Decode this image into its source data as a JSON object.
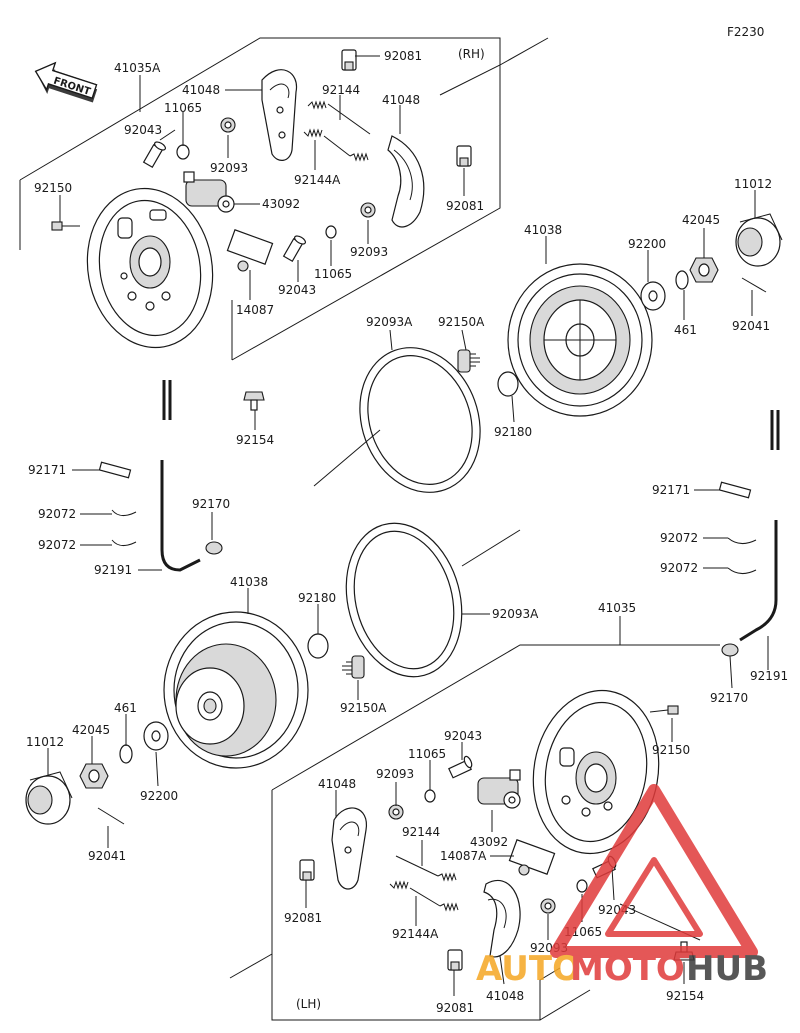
{
  "figure_code": "F2230",
  "side_rh": "(RH)",
  "side_lh": "(LH)",
  "front_label": "FRONT",
  "watermark": {
    "part1": "AUTO",
    "part2": "MOTO",
    "part3": "HUB",
    "color_orange": "#f5a623",
    "color_red": "#e03a3a",
    "color_dark": "#3a3a3a"
  },
  "labels": {
    "l41035A": "41035A",
    "l92081_a": "92081",
    "l41048_a": "41048",
    "l92144_a": "92144",
    "l41048_b": "41048",
    "l11065_a": "11065",
    "l92043_a": "92043",
    "l92093_a": "92093",
    "l92144A_a": "92144A",
    "l92150_a": "92150",
    "l43092_a": "43092",
    "l92081_b": "92081",
    "l92093_b": "92093",
    "l11065_b": "11065",
    "l92043_b": "92043",
    "l14087": "14087",
    "l11012_a": "11012",
    "l42045_a": "42045",
    "l41038_a": "41038",
    "l92200_a": "92200",
    "l461_a": "461",
    "l92041_a": "92041",
    "l92093A_a": "92093A",
    "l92150A_a": "92150A",
    "l92180_a": "92180",
    "l92154_a": "92154",
    "l92171_a": "92171",
    "l92072_a": "92072",
    "l92072_b": "92072",
    "l92170_a": "92170",
    "l92191_a": "92191",
    "l92171_b": "92171",
    "l92072_c": "92072",
    "l92072_d": "92072",
    "l41038_b": "41038",
    "l92180_b": "92180",
    "l92093A_b": "92093A",
    "l41035": "41035",
    "l92150A_b": "92150A",
    "l92170_b": "92170",
    "l92191_b": "92191",
    "l461_b": "461",
    "l42045_b": "42045",
    "l11012_b": "11012",
    "l92200_b": "92200",
    "l92041_b": "92041",
    "l92043_c": "92043",
    "l11065_c": "11065",
    "l92093_c": "92093",
    "l41048_c": "41048",
    "l92150_b": "92150",
    "l92144_b": "92144",
    "l43092_b": "43092",
    "l14087A": "14087A",
    "l92081_c": "92081",
    "l92144A_b": "92144A",
    "l92043_d": "92043",
    "l11065_d": "11065",
    "l92093_d": "92093",
    "l92081_d": "92081",
    "l41048_d": "41048",
    "l92154_b": "92154"
  }
}
